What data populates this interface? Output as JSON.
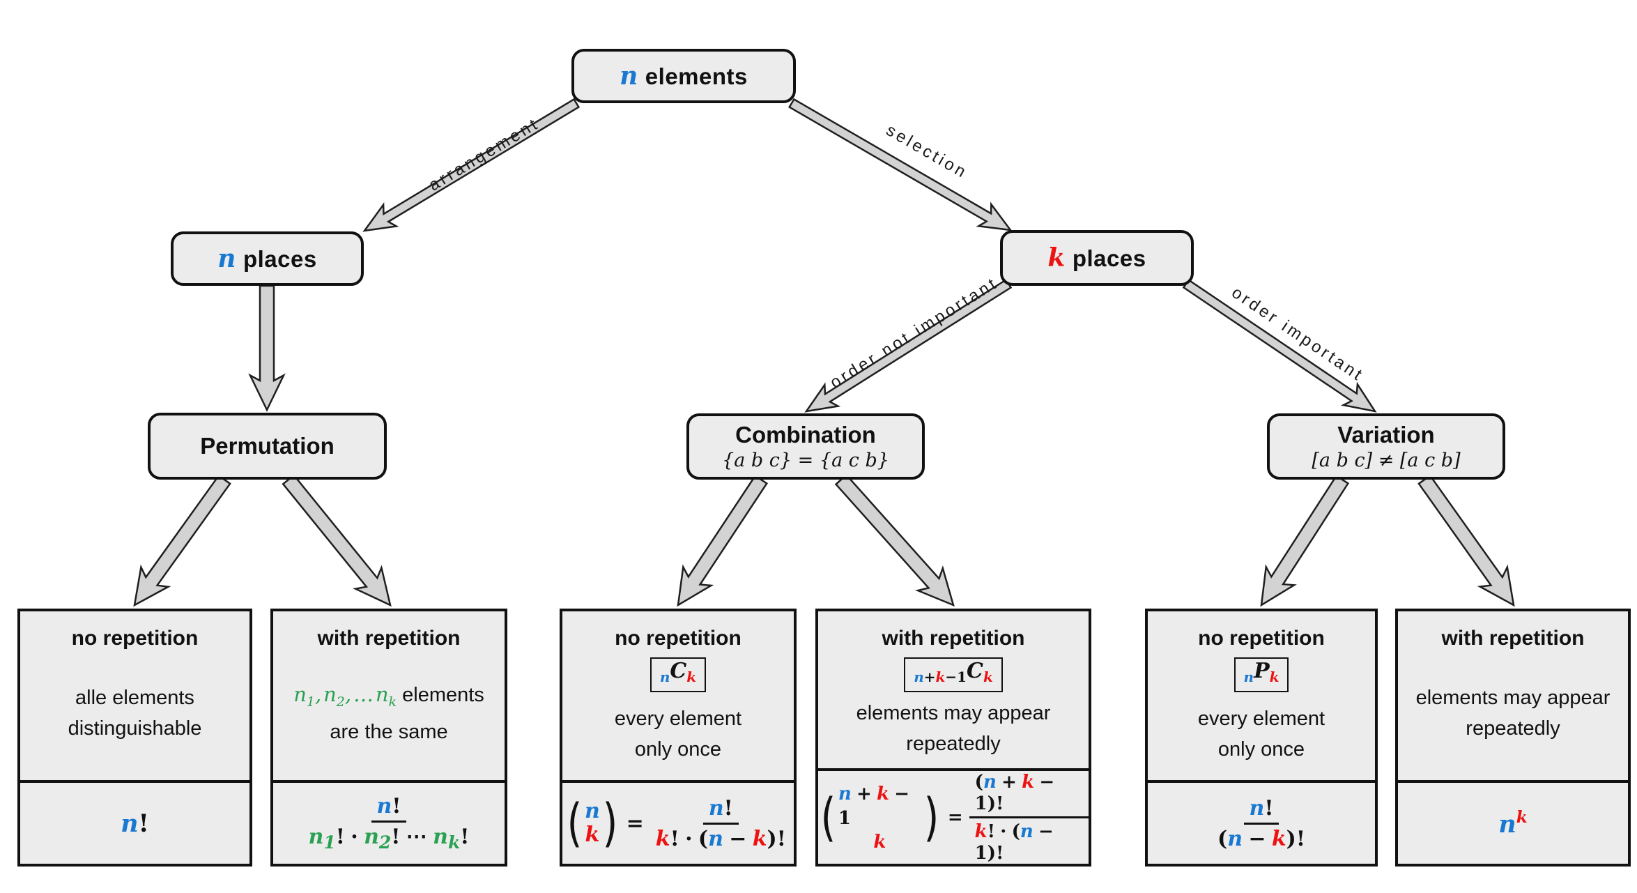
{
  "colors": {
    "blue": "#1878d2",
    "red": "#ee1111",
    "green": "#2aa152",
    "box_fill": "#ececec",
    "arrow_fill": "#d3d3d3",
    "line": "#111111"
  },
  "root_box": {
    "var": "n",
    "word": "elements"
  },
  "places": {
    "left": {
      "var": "n",
      "word": "places"
    },
    "right": {
      "var": "k",
      "word": "places"
    }
  },
  "edges": {
    "arrangement": "arrangement",
    "selection": "selection",
    "order_not_important": "order not important",
    "order_important": "order important"
  },
  "nodes": {
    "permutation": {
      "title": "Permutation"
    },
    "combination": {
      "title": "Combination",
      "example": "{a b c} = {a c b}"
    },
    "variation": {
      "title": "Variation",
      "example": "[a b c] ≠ [a c b]"
    }
  },
  "leaves": {
    "perm_no": {
      "title": "no repetition",
      "body1": "alle elements",
      "body2": "distinguishable"
    },
    "perm_with": {
      "title": "with repetition",
      "word": "elements",
      "body2": "are the same"
    },
    "comb_no": {
      "title": "no repetition",
      "body1": "every element",
      "body2": "only once"
    },
    "comb_with": {
      "title": "with repetition",
      "body1": "elements may appear",
      "body2": "repeatedly"
    },
    "var_no": {
      "title": "no repetition",
      "body1": "every element",
      "body2": "only once"
    },
    "var_with": {
      "title": "with repetition",
      "body1": "elements may appear",
      "body2": "repeatedly"
    }
  },
  "tokens": {
    "n": "n",
    "k": "k",
    "C": "C",
    "P": "P",
    "one": "1",
    "two": "2",
    "plus": "+",
    "minus": "−",
    "bang": "!",
    "cdot": "·",
    "cdots": "⋯",
    "ellipsis": "…",
    "comma": ",",
    "eq": "=",
    "lparen": "(",
    "rparen": ")"
  }
}
